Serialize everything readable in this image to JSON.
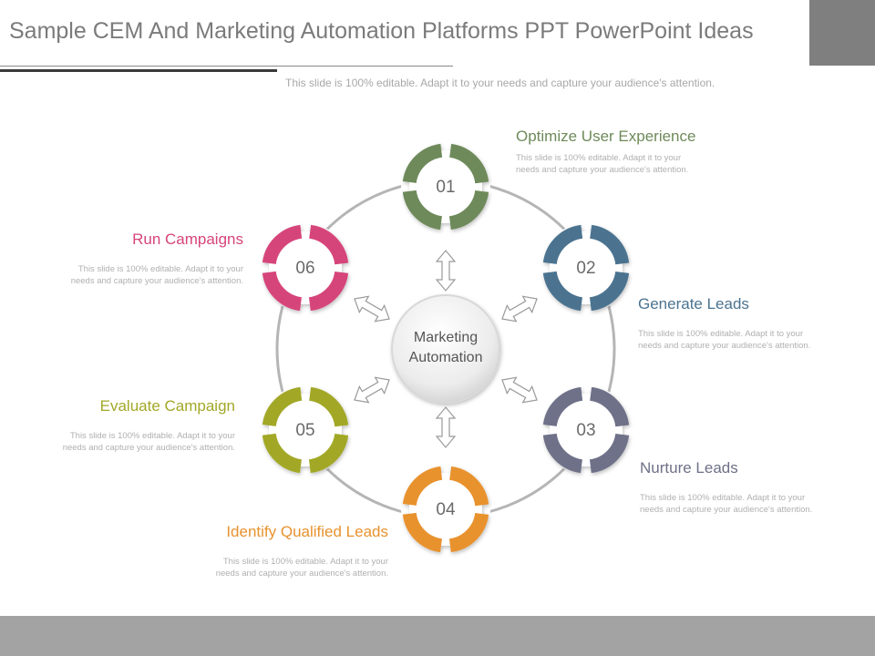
{
  "header": {
    "title": "Sample CEM And Marketing Automation Platforms PPT PowerPoint Ideas",
    "subtitle": "This slide is 100% editable. Adapt it to your needs and capture your audience's attention."
  },
  "center": {
    "line1": "Marketing",
    "line2": "Automation"
  },
  "steps": [
    {
      "number": "01",
      "title": "Optimize User Experience",
      "description": "This slide is 100% editable. Adapt it to your needs and capture your audience's attention.",
      "color": "#6e8a5a"
    },
    {
      "number": "02",
      "title": "Generate Leads",
      "description": "This slide is 100% editable. Adapt it to your needs and capture your audience's attention.",
      "color": "#4b7390"
    },
    {
      "number": "03",
      "title": "Nurture Leads",
      "description": "This slide is 100% editable. Adapt it to your needs and capture your audience's attention.",
      "color": "#6e7188"
    },
    {
      "number": "04",
      "title": "Identify Qualified Leads",
      "description": "This slide is 100% editable. Adapt it to your needs and capture your audience's attention.",
      "color": "#e8922e"
    },
    {
      "number": "05",
      "title": "Evaluate Campaign",
      "description": "This slide is 100% editable. Adapt it to your needs and capture your audience's attention.",
      "color": "#a2a827"
    },
    {
      "number": "06",
      "title": "Run Campaigns",
      "description": "This slide is 100% editable. Adapt it to your needs and capture your audience's attention.",
      "color": "#d6457a"
    }
  ],
  "colors": {
    "title_text": "#7b7b7b",
    "ring_line": "#b5b5b5",
    "corner_box": "#7f7f7f",
    "footer_bar": "#a3a3a3"
  }
}
